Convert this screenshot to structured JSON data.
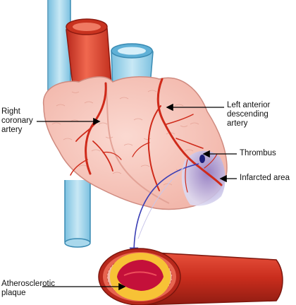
{
  "labels": {
    "right_coronary_artery": [
      "Right",
      "coronary",
      "artery"
    ],
    "left_anterior_descending_artery": [
      "Left anterior",
      "descending",
      "artery"
    ],
    "thrombus": "Thrombus",
    "infarcted_area": "Infarcted area",
    "atherosclerotic_plaque": [
      "Atherosclerotic",
      "plaque"
    ]
  },
  "colors": {
    "heart": "#f7c9c0",
    "vena_cava": "#a9d8ec",
    "aorta": "#e0432f",
    "coronary_artery": "#d42a1c",
    "infarct": "#c9c6ea",
    "plaque": "#f7c236",
    "lumen": "#c4103a",
    "pointer": "#000000"
  }
}
